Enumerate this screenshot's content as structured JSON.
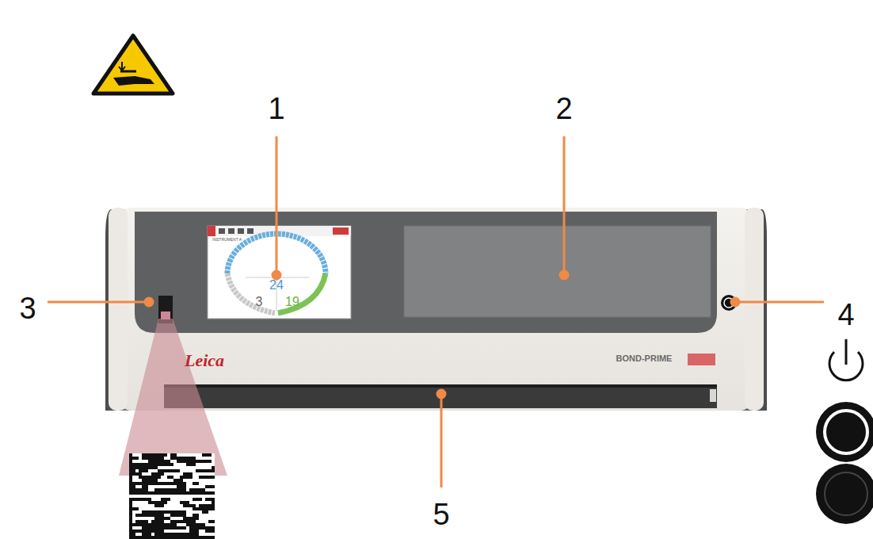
{
  "diagram": {
    "labels": [
      "1",
      "2",
      "3",
      "4",
      "5",
      "Leica",
      "BOND-PRIME",
      "INSTRUMENT A",
      "24",
      "3",
      "19"
    ]
  }
}
